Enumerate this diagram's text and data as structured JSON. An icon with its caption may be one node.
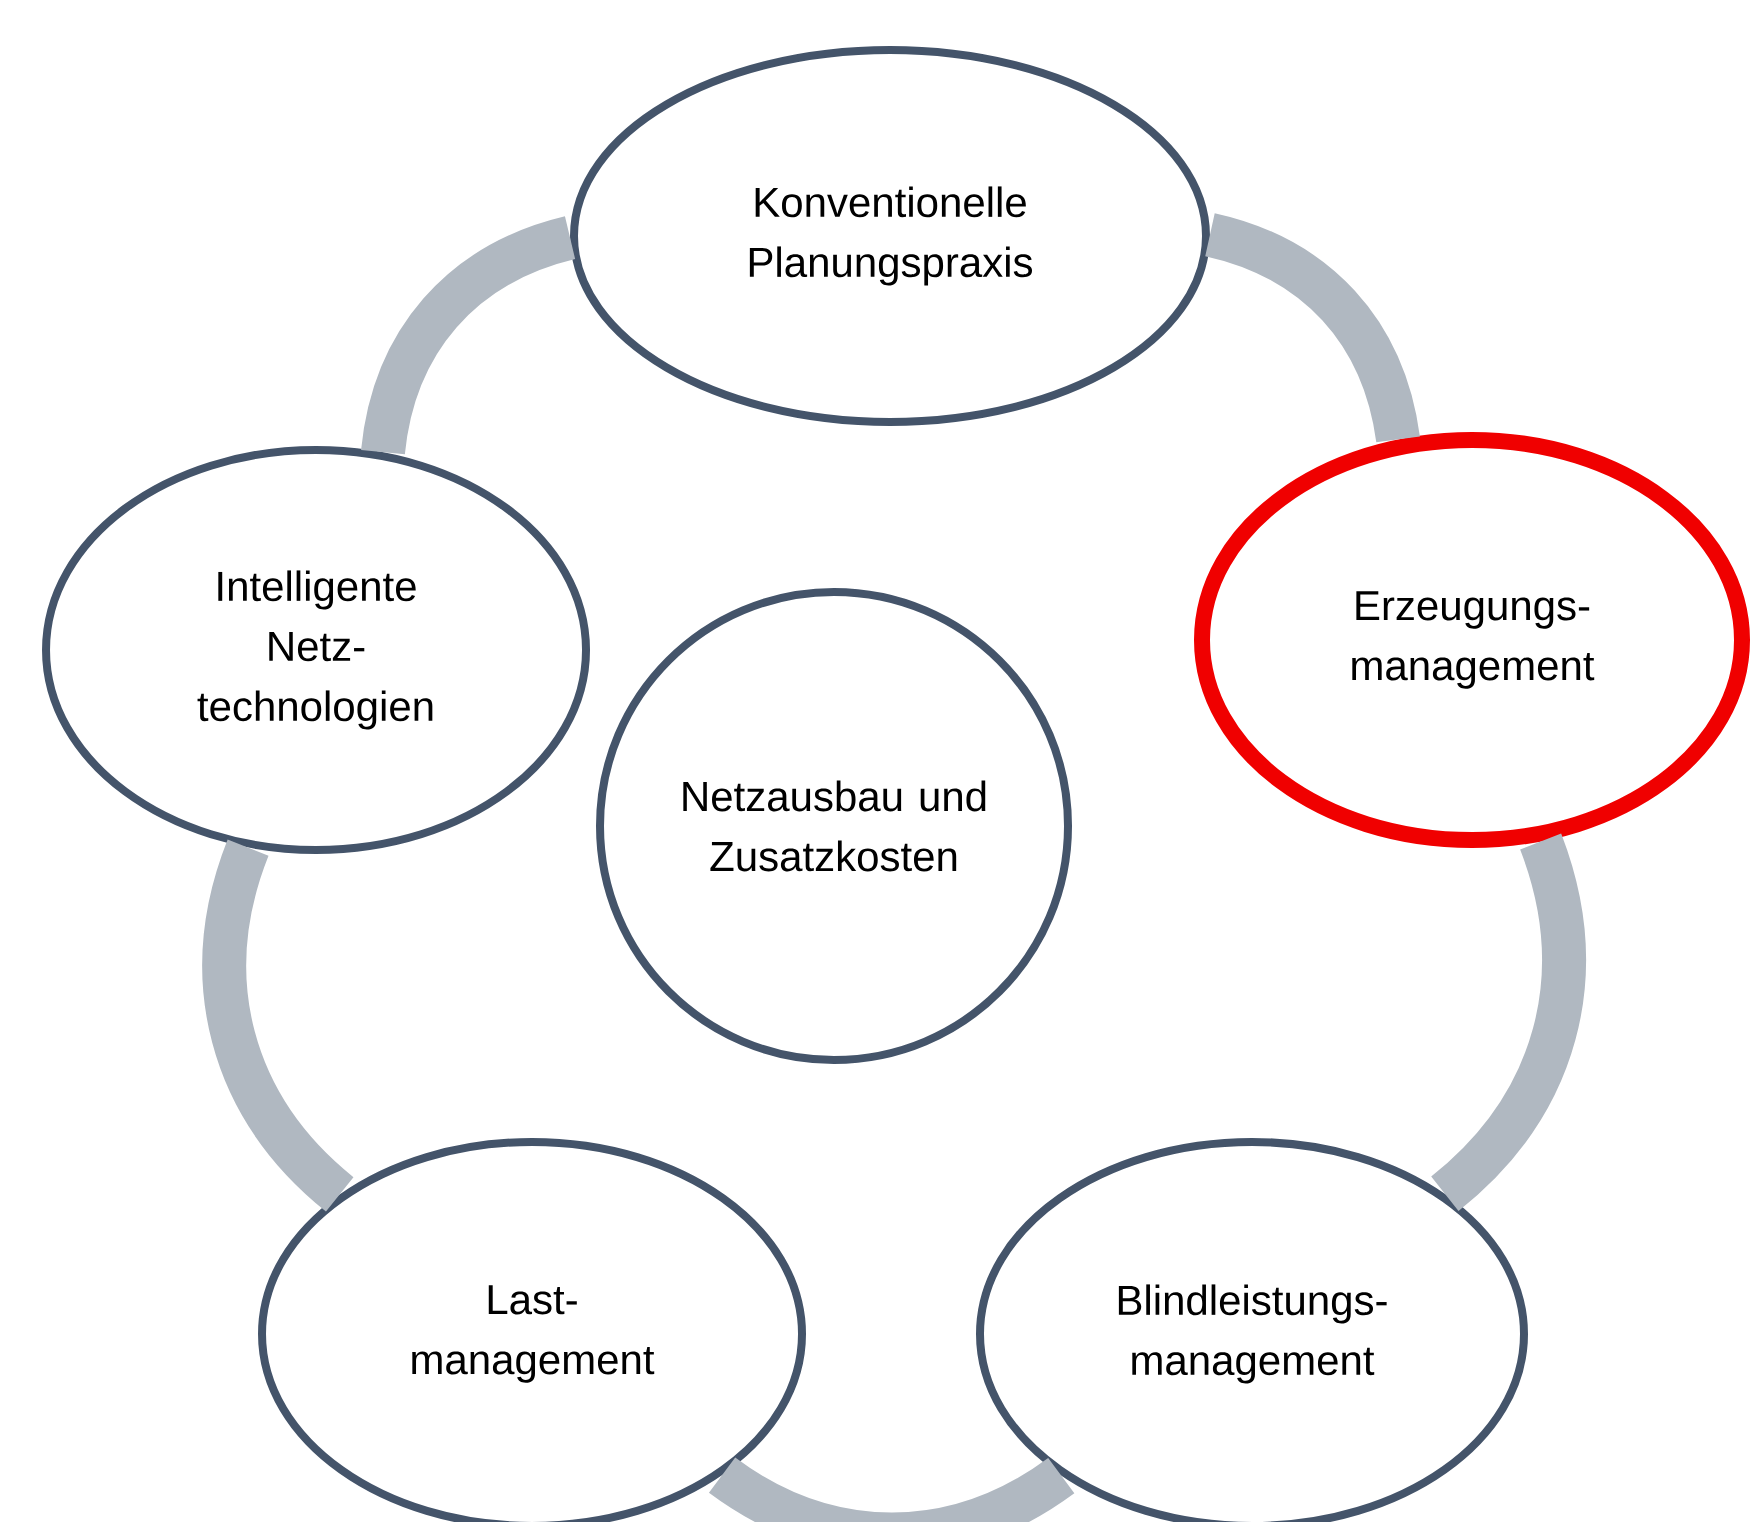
{
  "diagram": {
    "nodes": [
      {
        "text": [
          "Netzausbau und Zusatzkosten"
        ]
      },
      {
        "text": [
          "Konventionelle Planungspraxis"
        ]
      },
      {
        "text": [
          "Erzeugungs-management"
        ]
      },
      {
        "text": [
          "Blindleistungs-management"
        ]
      },
      {
        "text": [
          "Last-management"
        ]
      },
      {
        "text": [
          "Intelligente Netz-technologien"
        ]
      }
    ],
    "edges": [
      {
        "from": 1,
        "to": 2,
        "arrow": "none"
      },
      {
        "from": 2,
        "to": 3,
        "arrow": "none"
      },
      {
        "from": 3,
        "to": 4,
        "arrow": "none"
      },
      {
        "from": 4,
        "to": 5,
        "arrow": "none"
      },
      {
        "from": 5,
        "to": 1,
        "arrow": "none"
      }
    ]
  }
}
